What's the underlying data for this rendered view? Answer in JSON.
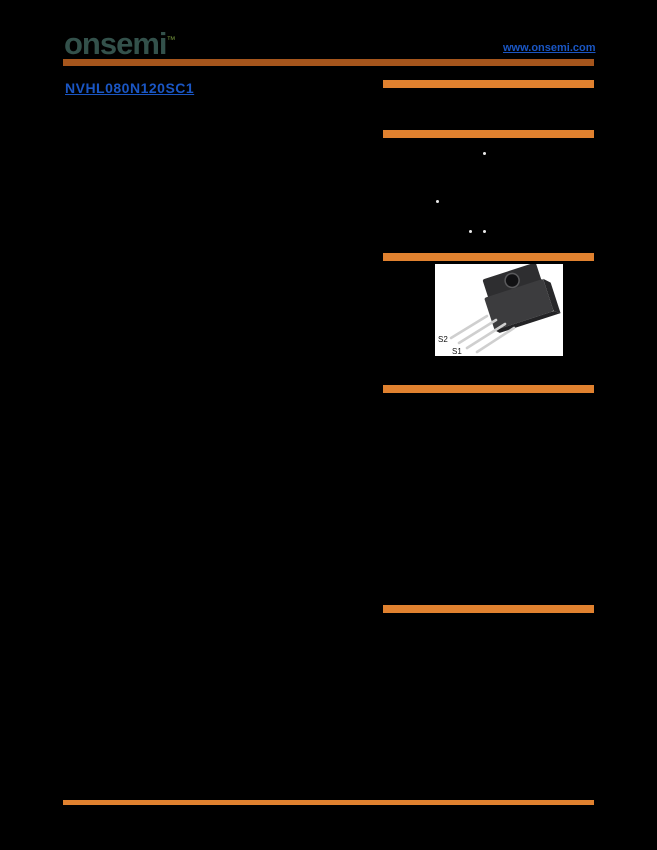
{
  "header": {
    "logo": "onsemi",
    "trademark": "™",
    "website": "www.onsemi.com"
  },
  "doc": {
    "part_number": "NVHL080N120SC1"
  },
  "package_image": {
    "label_top": "S2",
    "label_bottom": "S1"
  },
  "colors": {
    "page_bg": "#000000",
    "section_bar_orange": "#e0812f",
    "header_rule_orange": "#a5551c",
    "link_blue": "#1a56c4",
    "logo_color": "#33514b",
    "package_bg": "#ffffff"
  }
}
